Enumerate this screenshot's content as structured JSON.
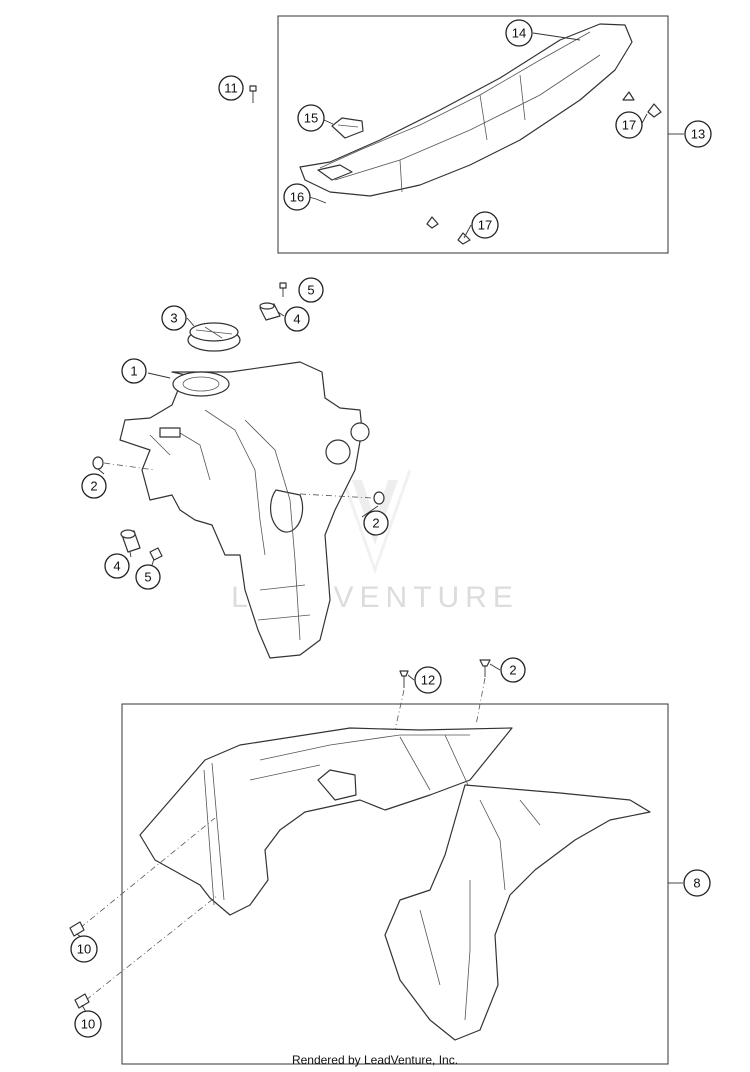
{
  "diagram": {
    "callouts": [
      "1",
      "2",
      "3",
      "4",
      "5",
      "8",
      "10",
      "11",
      "12",
      "13",
      "14",
      "15",
      "16",
      "17"
    ],
    "watermark": "LEADVENTURE",
    "footer": "Rendered by LeadVenture, Inc."
  }
}
